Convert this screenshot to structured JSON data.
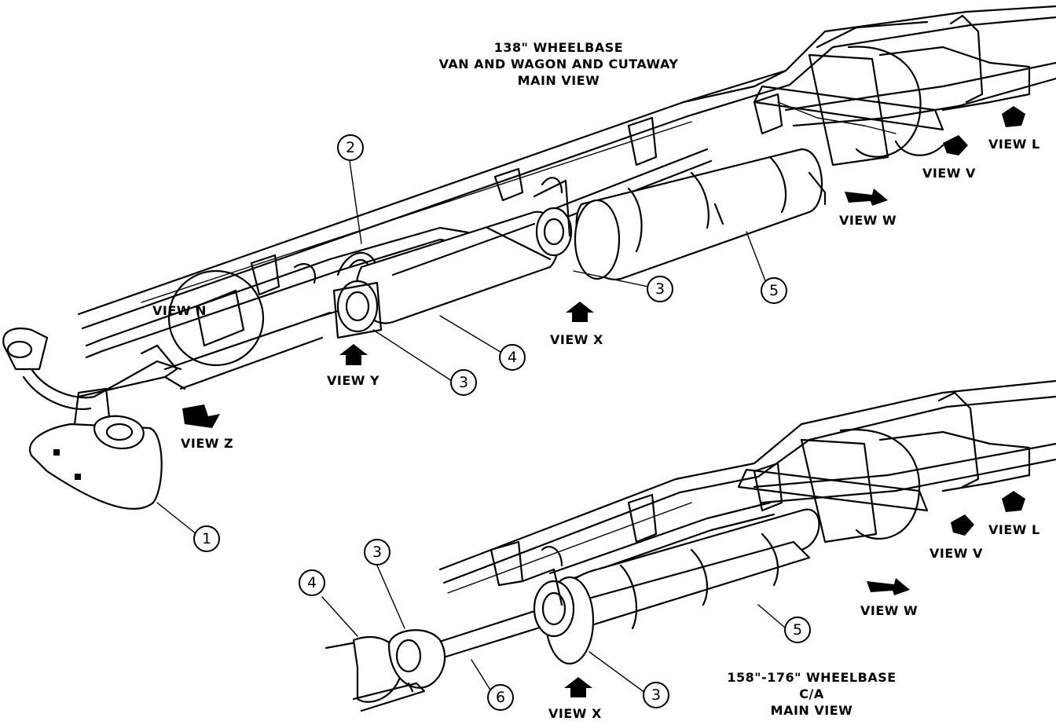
{
  "captions": {
    "top": [
      "138\" WHEELBASE",
      "VAN AND WAGON AND CUTAWAY",
      "MAIN VIEW"
    ],
    "bottom": [
      "158\"-176\" WHEELBASE",
      "C/A",
      "MAIN VIEW"
    ]
  },
  "views": {
    "n": "VIEW N",
    "y": "VIEW Y",
    "z": "VIEW Z",
    "x_top": "VIEW X",
    "w_top": "VIEW W",
    "v_top": "VIEW V",
    "l_top": "VIEW L",
    "x_bottom": "VIEW X",
    "w_bottom": "VIEW W",
    "v_bottom": "VIEW V",
    "l_bottom": "VIEW L"
  },
  "callouts": {
    "top_1": "1",
    "top_2": "2",
    "top_3a": "3",
    "top_3b": "3",
    "top_4": "4",
    "top_5": "5",
    "bottom_3a": "3",
    "bottom_3b": "3",
    "bottom_4": "4",
    "bottom_5": "5",
    "bottom_6": "6"
  }
}
